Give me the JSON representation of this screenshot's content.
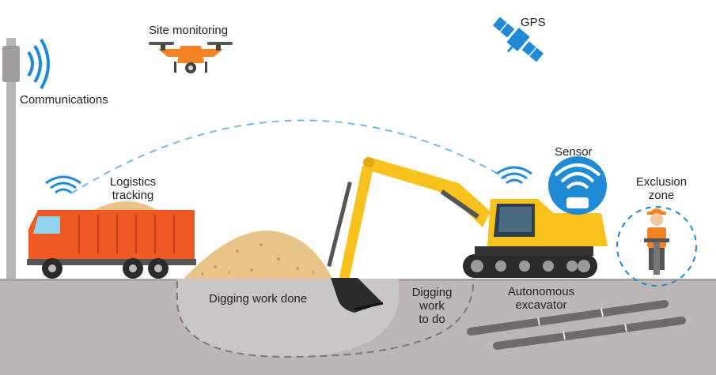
{
  "labels": {
    "communications": "Communications",
    "site_monitoring": "Site monitoring",
    "gps": "GPS",
    "logistics_tracking": [
      "Logistics",
      "tracking"
    ],
    "sensor": "Sensor",
    "exclusion_zone": [
      "Exclusion",
      "zone"
    ],
    "digging_work_done": "Digging work done",
    "digging_work_to_do": [
      "Digging",
      "work",
      "to do"
    ],
    "autonomous_excavator": [
      "Autonomous",
      "excavator"
    ]
  },
  "colors": {
    "ground": "#bcb6b5",
    "ground_dark": "#a9a3a2",
    "pit_fill": "#c9c7c6",
    "sky": "#ffffff",
    "signal_blue": "#1f8ad6",
    "dashed_link": "#79b8e3",
    "truck_orange": "#f05a22",
    "excavator_yellow": "#f6c21b",
    "sand": "#e8c488",
    "pipe": "#6d6a6a",
    "tower": "#b7b5b5",
    "text": "#231f20"
  },
  "icons": [
    "communications-tower-icon",
    "drone-icon",
    "gps-satellite-icon",
    "dump-truck-icon",
    "excavator-icon",
    "sensor-icon",
    "worker-icon",
    "wifi-signal-icon",
    "pipe-icon"
  ]
}
